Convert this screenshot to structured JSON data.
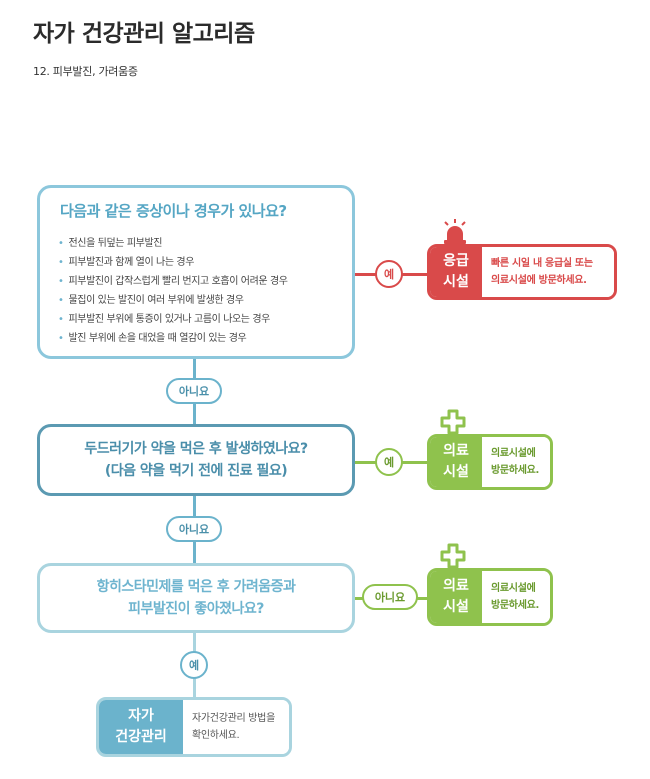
{
  "header": {
    "title": "자가 건강관리 알고리즘",
    "subtitle": "12. 피부발진, 가려움증"
  },
  "question1": {
    "title": "다음과 같은 증상이나 경우가 있나요?",
    "items": [
      "전신을 뒤덮는 피부발진",
      "피부발진과 함께 열이 나는 경우",
      "피부발진이 갑작스럽게 빨리 번지고 호흡이 어려운 경우",
      "물집이 있는 발진이 여러 부위에 발생한 경우",
      "피부발진 부위에 통증이 있거나 고름이 나오는 경우",
      "발진 부위에 손을 대었을 때 열감이 있는 경우"
    ],
    "yes_label": "예",
    "no_label": "아니요"
  },
  "emergency": {
    "label_line1": "응급",
    "label_line2": "시설",
    "text_line1": "빠른 시일 내 응급실 또는",
    "text_line2": "의료시설에 방문하세요."
  },
  "question2": {
    "line1": "두드러기가 약을 먹은 후 발생하였나요?",
    "line2": "(다음 약을 먹기 전에 진료 필요)",
    "yes_label": "예",
    "no_label": "아니요"
  },
  "medical1": {
    "label_line1": "의료",
    "label_line2": "시설",
    "text_line1": "의료시설에",
    "text_line2": "방문하세요."
  },
  "question3": {
    "line1": "항히스타민제를 먹은 후 가려움증과",
    "line2": "피부발진이 좋아졌나요?",
    "no_label": "아니요",
    "yes_label": "예"
  },
  "medical2": {
    "label_line1": "의료",
    "label_line2": "시설",
    "text_line1": "의료시설에",
    "text_line2": "방문하세요."
  },
  "selfcare": {
    "label_line1": "자가",
    "label_line2": "건강관리",
    "text_line1": "자가건강관리 방법을",
    "text_line2": "확인하세요."
  },
  "colors": {
    "emergency": "#d94a4a",
    "medical": "#8fc24d",
    "flow_blue": "#6bb3cc",
    "title_blue": "#55a6c4"
  },
  "icons": [
    "siren-icon",
    "medical-cross-icon"
  ]
}
